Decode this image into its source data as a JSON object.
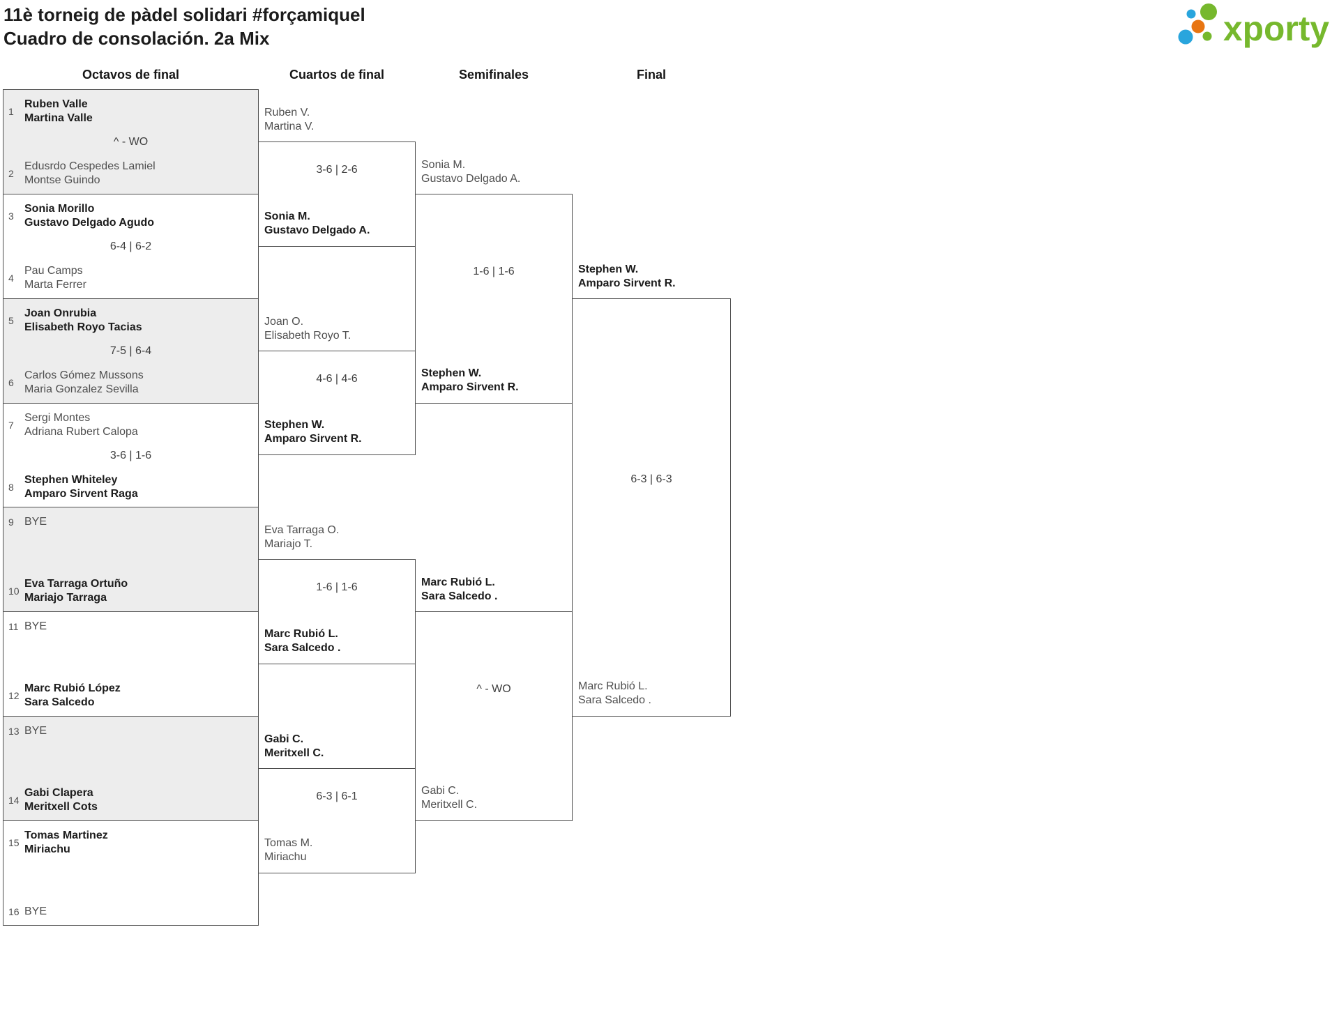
{
  "header": {
    "title_line1": "11è torneig de pàdel solidari #forçamiquel",
    "title_line2": "Cuadro de consolación. 2a Mix",
    "logo_text": "xporty"
  },
  "colors": {
    "logo_green": "#76b82d",
    "logo_blue": "#29a5dd",
    "logo_orange": "#e87511",
    "box_shade": "#ededed",
    "line": "#4d4d4d"
  },
  "rounds": [
    {
      "label": "Octavos de final"
    },
    {
      "label": "Cuartos de final"
    },
    {
      "label": "Semifinales"
    },
    {
      "label": "Final"
    }
  ],
  "octavos": {
    "matches": [
      {
        "score": "^ - WO",
        "top": {
          "seed": "1",
          "line1": "Ruben Valle",
          "line2": "Martina Valle",
          "winner": true
        },
        "bottom": {
          "seed": "2",
          "line1": "Edusrdo Cespedes Lamiel",
          "line2": "Montse Guindo",
          "winner": false
        }
      },
      {
        "score": "6-4 | 6-2",
        "top": {
          "seed": "3",
          "line1": "Sonia Morillo",
          "line2": "Gustavo Delgado Agudo",
          "winner": true
        },
        "bottom": {
          "seed": "4",
          "line1": "Pau Camps",
          "line2": "Marta Ferrer",
          "winner": false
        }
      },
      {
        "score": "7-5 | 6-4",
        "top": {
          "seed": "5",
          "line1": "Joan Onrubia",
          "line2": "Elisabeth Royo Tacias",
          "winner": true
        },
        "bottom": {
          "seed": "6",
          "line1": "Carlos Gómez Mussons",
          "line2": "Maria Gonzalez Sevilla",
          "winner": false
        }
      },
      {
        "score": "3-6 | 1-6",
        "top": {
          "seed": "7",
          "line1": "Sergi Montes",
          "line2": "Adriana Rubert Calopa",
          "winner": false
        },
        "bottom": {
          "seed": "8",
          "line1": "Stephen Whiteley",
          "line2": "Amparo Sirvent Raga",
          "winner": true
        }
      },
      {
        "score": "",
        "top": {
          "seed": "9",
          "line1": "BYE",
          "line2": "",
          "winner": false
        },
        "bottom": {
          "seed": "10",
          "line1": "Eva Tarraga Ortuño",
          "line2": "Mariajo Tarraga",
          "winner": true
        }
      },
      {
        "score": "",
        "top": {
          "seed": "11",
          "line1": "BYE",
          "line2": "",
          "winner": false
        },
        "bottom": {
          "seed": "12",
          "line1": "Marc Rubió López",
          "line2": "Sara Salcedo",
          "winner": true
        }
      },
      {
        "score": "",
        "top": {
          "seed": "13",
          "line1": "BYE",
          "line2": "",
          "winner": false
        },
        "bottom": {
          "seed": "14",
          "line1": "Gabi Clapera",
          "line2": "Meritxell Cots",
          "winner": true
        }
      },
      {
        "score": "",
        "top": {
          "seed": "15",
          "line1": "Tomas Martinez",
          "line2": "Miriachu",
          "winner": true
        },
        "bottom": {
          "seed": "16",
          "line1": "BYE",
          "line2": "",
          "winner": false
        }
      }
    ]
  },
  "cuartos": {
    "matches": [
      {
        "score": "3-6 | 2-6",
        "top": {
          "line1": "Ruben V.",
          "line2": "Martina V.",
          "winner": false
        },
        "bottom": {
          "line1": "Sonia M.",
          "line2": "Gustavo Delgado A.",
          "winner": true
        }
      },
      {
        "score": "4-6 | 4-6",
        "top": {
          "line1": "Joan O.",
          "line2": "Elisabeth Royo T.",
          "winner": false
        },
        "bottom": {
          "line1": "Stephen W.",
          "line2": "Amparo Sirvent R.",
          "winner": true
        }
      },
      {
        "score": "1-6 | 1-6",
        "top": {
          "line1": "Eva Tarraga O.",
          "line2": "Mariajo T.",
          "winner": false
        },
        "bottom": {
          "line1": "Marc Rubió L.",
          "line2": "Sara Salcedo .",
          "winner": true
        }
      },
      {
        "score": "6-3 | 6-1",
        "top": {
          "line1": "Gabi C.",
          "line2": "Meritxell C.",
          "winner": true
        },
        "bottom": {
          "line1": "Tomas M.",
          "line2": "Miriachu",
          "winner": false
        }
      }
    ]
  },
  "semifinales": {
    "matches": [
      {
        "score": "1-6 | 1-6",
        "top": {
          "line1": "Sonia M.",
          "line2": "Gustavo Delgado A.",
          "winner": false
        },
        "bottom": {
          "line1": "Stephen W.",
          "line2": "Amparo Sirvent R.",
          "winner": true
        }
      },
      {
        "score": "^ - WO",
        "top": {
          "line1": "Marc Rubió L.",
          "line2": "Sara Salcedo .",
          "winner": true
        },
        "bottom": {
          "line1": "Gabi C.",
          "line2": "Meritxell C.",
          "winner": false
        }
      }
    ]
  },
  "final": {
    "matches": [
      {
        "score": "6-3 | 6-3",
        "top": {
          "line1": "Stephen W.",
          "line2": "Amparo Sirvent R.",
          "winner": true
        },
        "bottom": {
          "line1": "Marc Rubió L.",
          "line2": "Sara Salcedo .",
          "winner": false
        }
      }
    ]
  }
}
